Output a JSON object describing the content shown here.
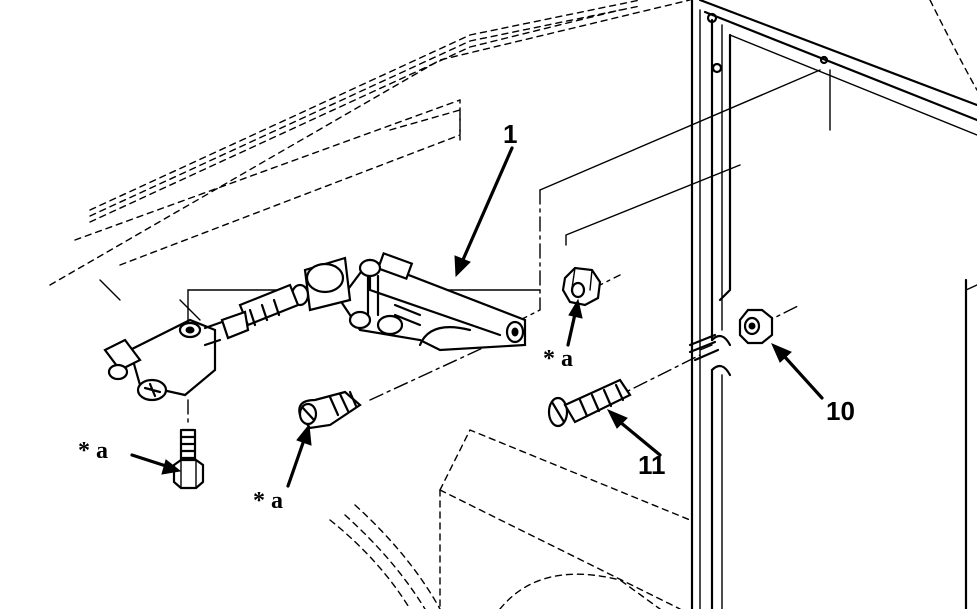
{
  "callouts": {
    "bracket": "1",
    "nut": "10",
    "screw": "11"
  },
  "annotations": {
    "hex_bolt": "* a",
    "nut_top": "* a",
    "cable_end": "* a"
  }
}
